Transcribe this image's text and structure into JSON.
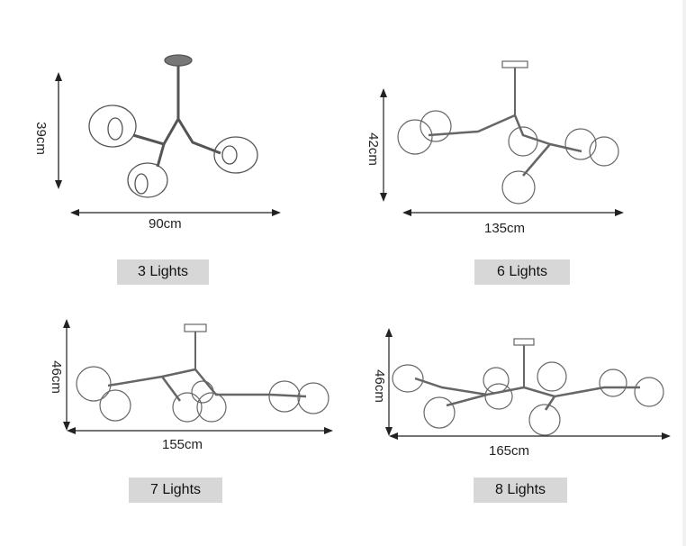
{
  "products": [
    {
      "width": "90cm",
      "height": "39cm",
      "label": "3 Lights"
    },
    {
      "width": "135cm",
      "height": "42cm",
      "label": "6 Lights"
    },
    {
      "width": "155cm",
      "height": "46cm",
      "label": "7 Lights"
    },
    {
      "width": "165cm",
      "height": "46cm",
      "label": "8 Lights"
    }
  ]
}
